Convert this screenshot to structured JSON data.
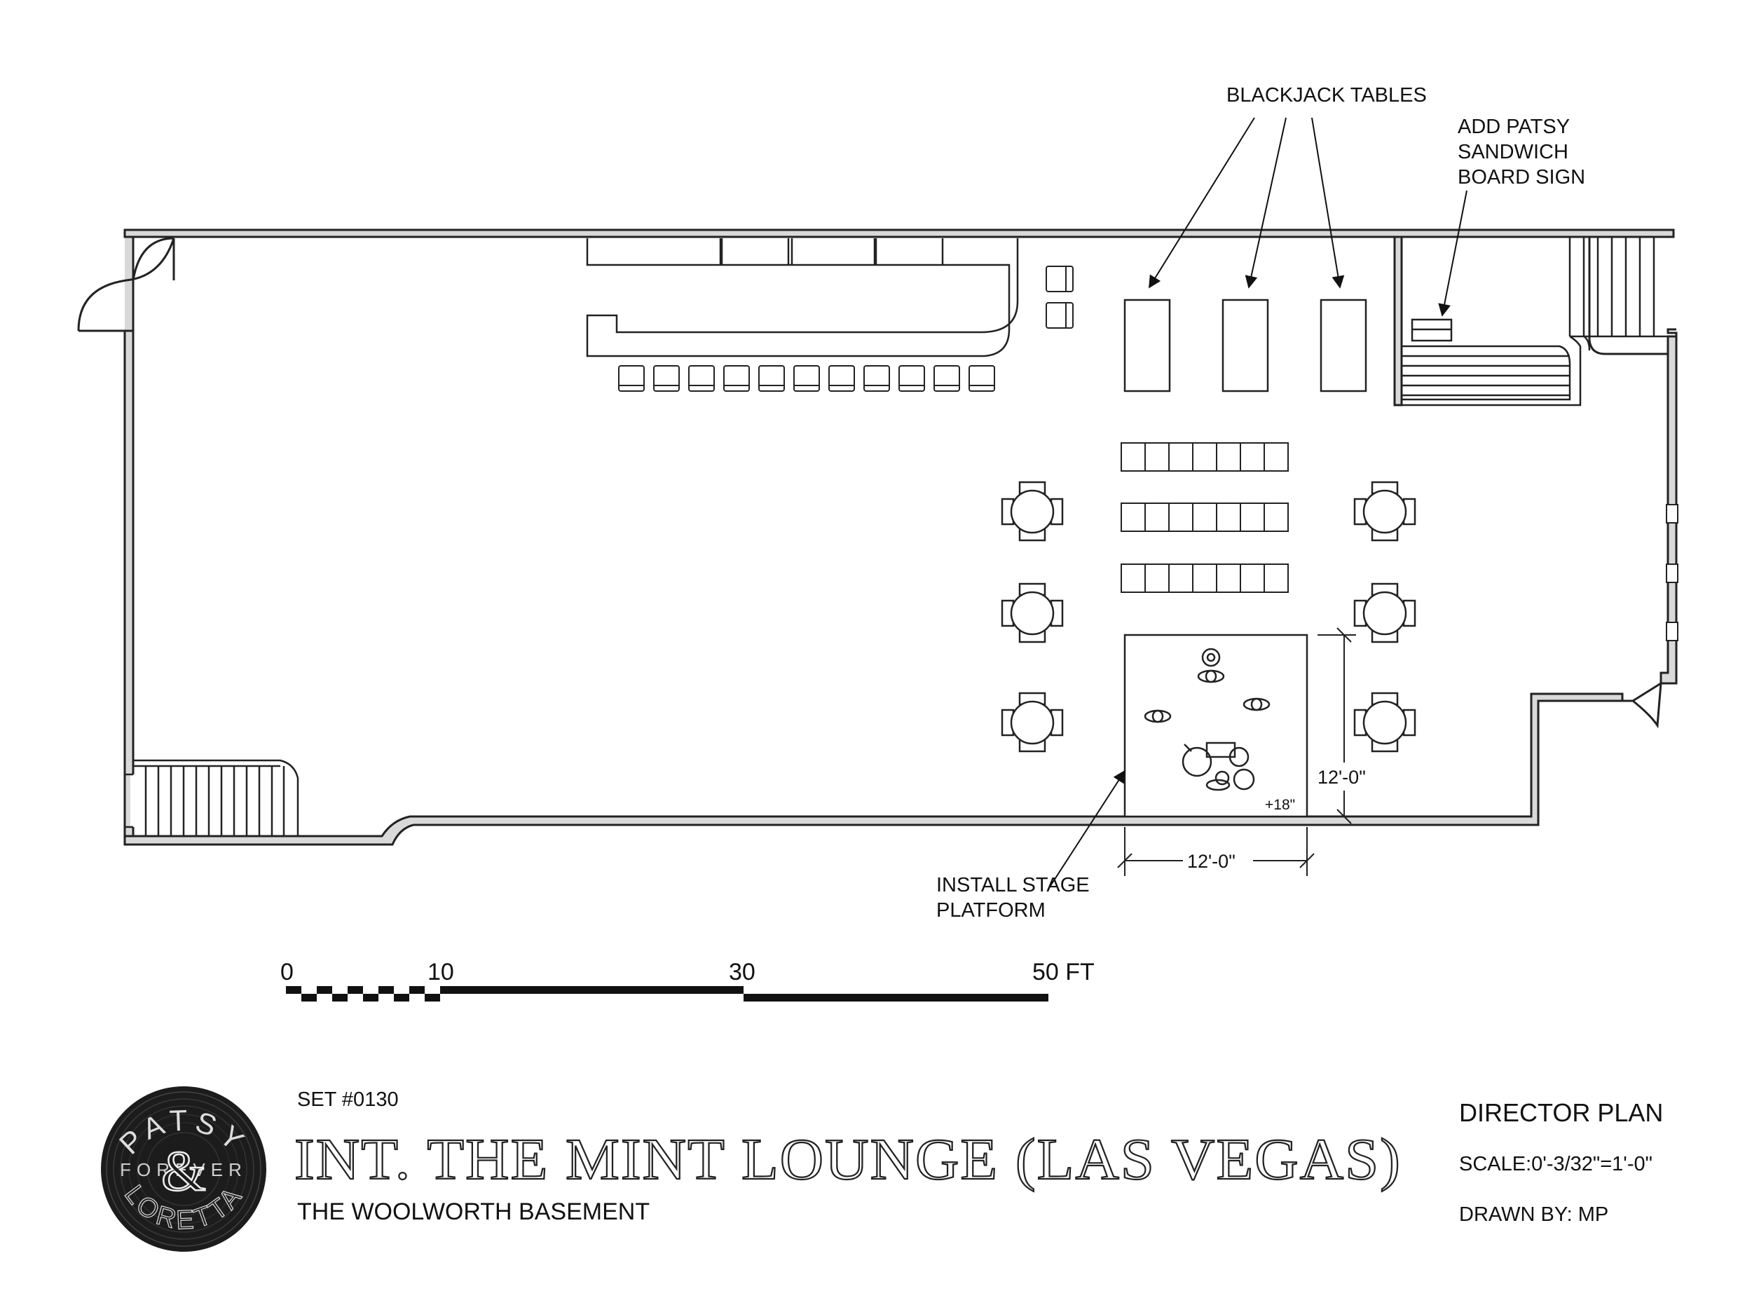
{
  "annotations": {
    "blackjack_tables": "BLACKJACK TABLES",
    "sandwich_sign_line1": "ADD PATSY",
    "sandwich_sign_line2": "SANDWICH",
    "sandwich_sign_line3": "BOARD SIGN",
    "install_stage_line1": "INSTALL STAGE",
    "install_stage_line2": "PLATFORM",
    "stage_height": "+18\"",
    "stage_depth_dim": "12'-0\"",
    "stage_width_dim": "12'-0\""
  },
  "scale_bar": {
    "labels": [
      "0",
      "10",
      "30",
      "50 FT"
    ]
  },
  "title_block": {
    "set_number": "SET #0130",
    "title": "INT. THE MINT LOUNGE (LAS VEGAS)",
    "subtitle": "THE WOOLWORTH BASEMENT",
    "plan_type": "DIRECTOR PLAN",
    "scale": "SCALE:0'-3/32\"=1'-0\"",
    "drawn_by": "DRAWN BY: MP"
  },
  "logo": {
    "top_text": "PATSY",
    "middle_text": "FOREVER",
    "ampersand": "&",
    "bottom_text": "LORETTA"
  }
}
